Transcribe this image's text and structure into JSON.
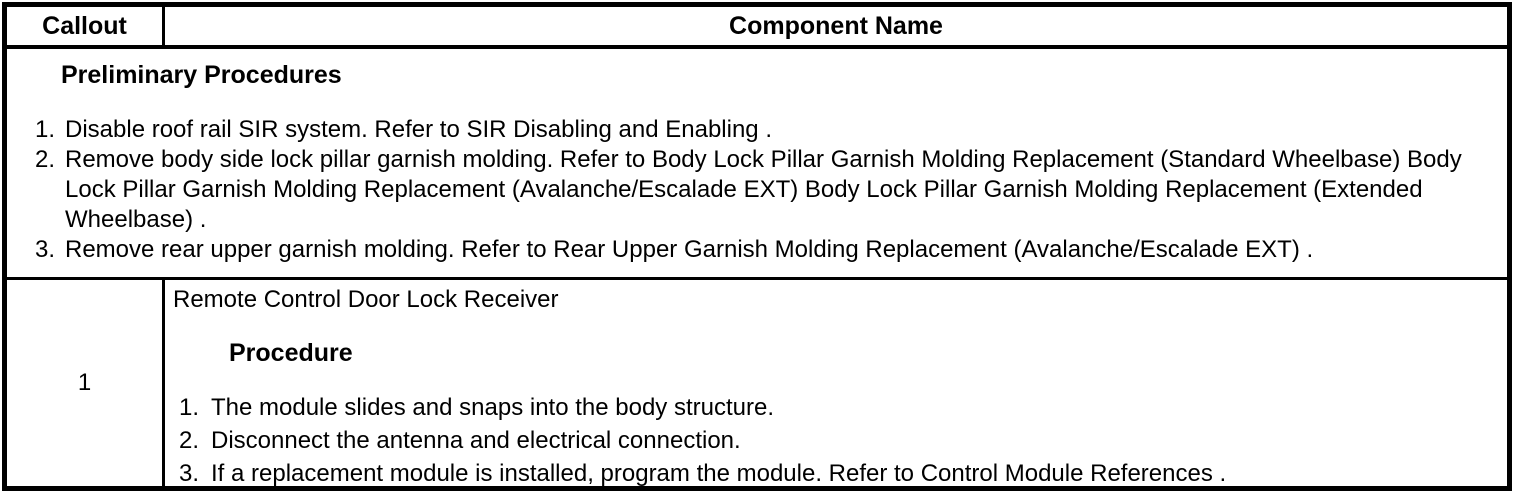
{
  "table": {
    "header": {
      "callout": "Callout",
      "component_name": "Component Name"
    },
    "preliminary": {
      "title": "Preliminary Procedures",
      "steps": [
        {
          "num": "1.",
          "text": "Disable roof rail SIR system. Refer to SIR Disabling and Enabling ."
        },
        {
          "num": "2.",
          "text": "Remove body side lock pillar garnish molding. Refer to Body Lock Pillar Garnish Molding Replacement (Standard Wheelbase) Body Lock Pillar Garnish Molding Replacement (Avalanche/Escalade EXT) Body Lock Pillar Garnish Molding Replacement (Extended Wheelbase) ."
        },
        {
          "num": "3.",
          "text": "Remove rear upper garnish molding. Refer to Rear Upper Garnish Molding Replacement (Avalanche/Escalade EXT) ."
        }
      ]
    },
    "rows": [
      {
        "callout": "1",
        "component": "Remote Control Door Lock Receiver",
        "procedure_title": "Procedure",
        "steps": [
          {
            "num": "1.",
            "text": "The module slides and snaps into the body structure."
          },
          {
            "num": "2.",
            "text": "Disconnect the antenna and electrical connection."
          },
          {
            "num": "3.",
            "text": "If a replacement module is installed, program the module. Refer to Control Module References ."
          }
        ]
      }
    ]
  },
  "colors": {
    "border": "#000000",
    "text": "#000000",
    "background": "#ffffff"
  }
}
